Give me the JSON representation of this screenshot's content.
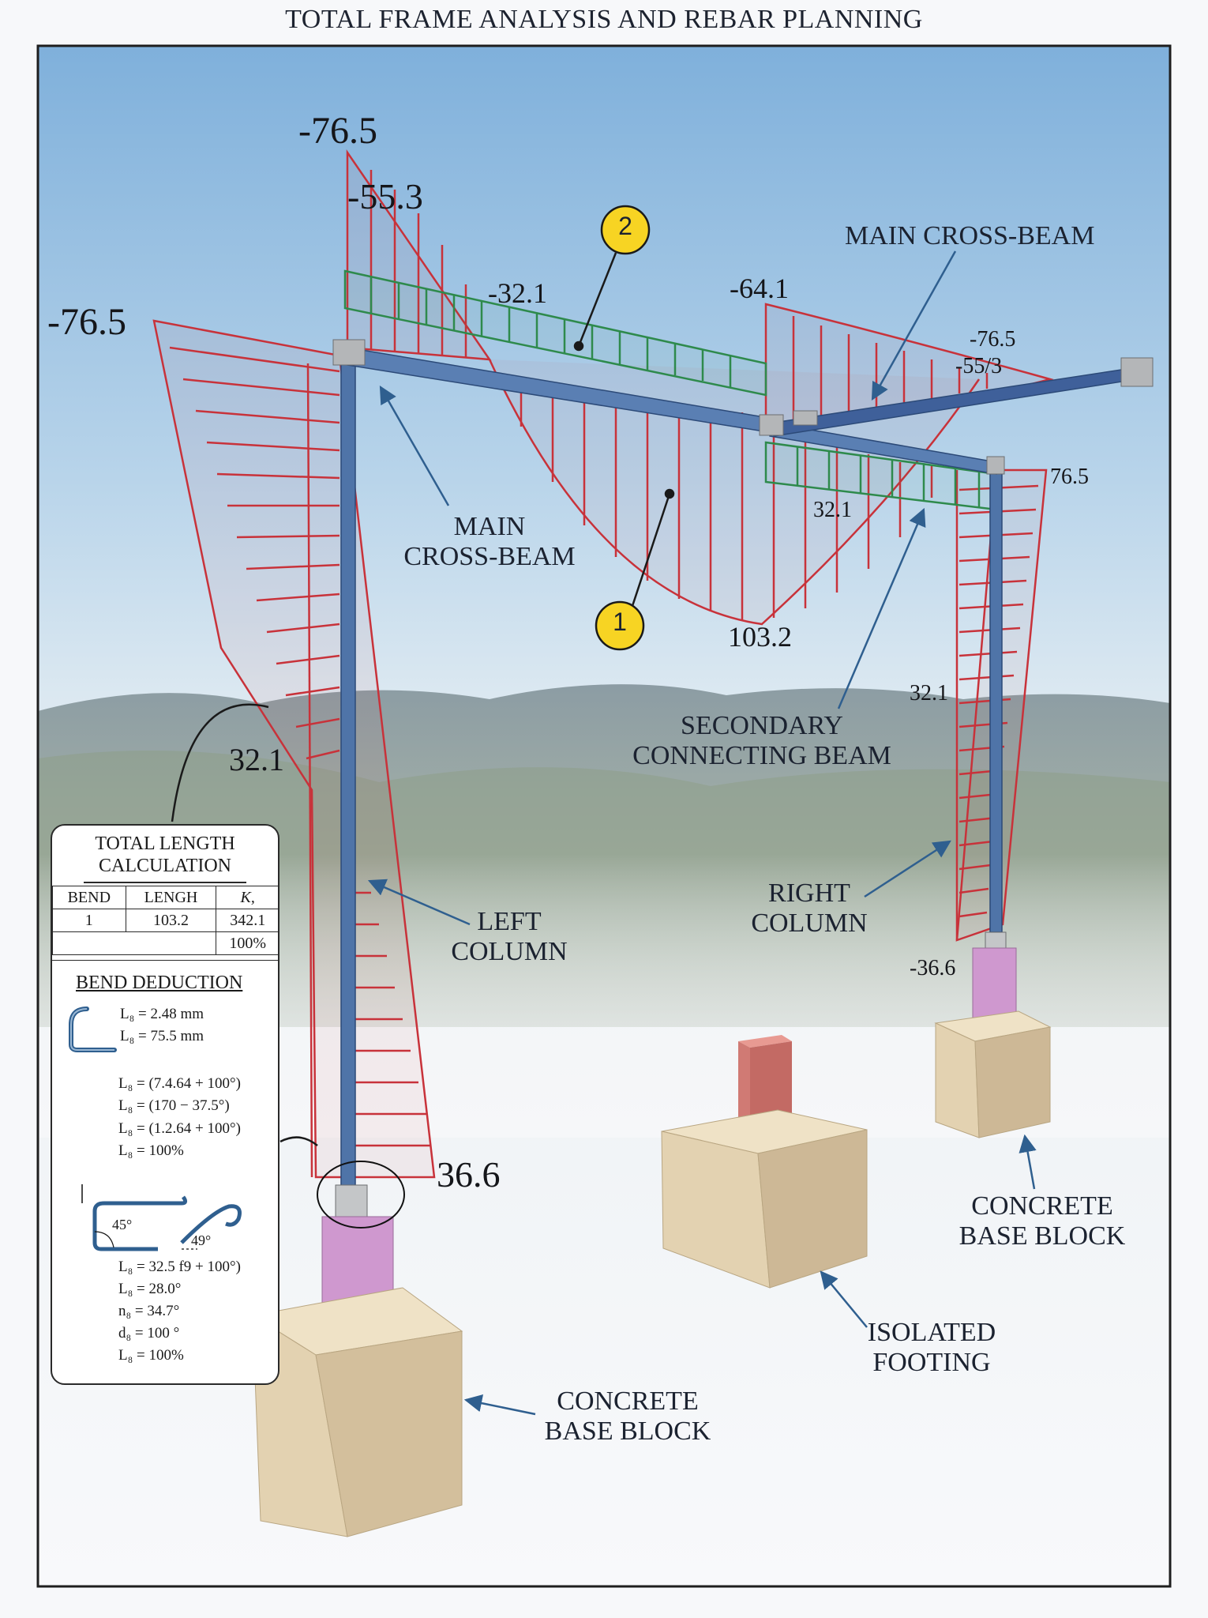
{
  "title": "TOTAL FRAME ANALYSIS AND REBAR PLANNING",
  "labels": {
    "main_cross_beam_top": "MAIN CROSS-BEAM",
    "main_cross_beam_mid": "MAIN\nCROSS-BEAM",
    "secondary_beam": "SECONDARY\nCONNECTING BEAM",
    "left_column": "LEFT\nCOLUMN",
    "right_column": "RIGHT\nCOLUMN",
    "concrete_base_left": "CONCRETE\nBASE BLOCK",
    "concrete_base_right": "CONCRETE\nBASE BLOCK",
    "isolated_footing": "ISOLATED\nFOOTING"
  },
  "markers": {
    "m1": "1",
    "m2": "2"
  },
  "moment_values": {
    "left_top_peak": "-76.5",
    "left_top_inner": "-55.3",
    "left_outer_peak": "-76.5",
    "beam_neg": "-32.1",
    "mid_neg": "-64.1",
    "right_neg": "-76.5",
    "right_neg_inner": "-55/3",
    "right_pos": "76.5",
    "secondary_pos": "32.1",
    "span_peak": "103.2",
    "right_column_mid": "32.1",
    "right_column_base": "-36.6",
    "left_column_mid": "32.1",
    "left_column_base": "36.6"
  },
  "panel": {
    "title": "TOTAL LENGTH\nCALCULATION",
    "table": {
      "headers": [
        "BEND",
        "LENGH",
        "K,"
      ],
      "rows": [
        [
          "1",
          "103.2",
          "342.1"
        ],
        [
          "",
          "",
          "100%"
        ]
      ]
    },
    "bend_title": "BEND DEDUCTION",
    "eq1": [
      "L₈ = 2.48 mm",
      "L₈ = 75.5 mm"
    ],
    "eq2": [
      "L₈ = (7.4.64 + 100°)",
      "L₈ = (170 − 37.5°)",
      "L₈ = (1.2.64 + 100°)",
      "L₈ = 100%"
    ],
    "angles": [
      "45°",
      "49°"
    ],
    "eq3": [
      "L₈ = 32.5 f9 + 100°)",
      "L₈ = 28.0°",
      "n₈ = 34.7°",
      "d₈ = 100 °",
      "L₈ = 100%"
    ]
  },
  "colors": {
    "moment_red": "#c8323a",
    "shear_green": "#2e8a4c",
    "steel_blue": "#4f74a8",
    "concrete": "#e3d2b1",
    "pedestal_pink": "#cf98cf",
    "marker_yellow": "#f7d423",
    "sky_top": "#7fb1dc"
  }
}
